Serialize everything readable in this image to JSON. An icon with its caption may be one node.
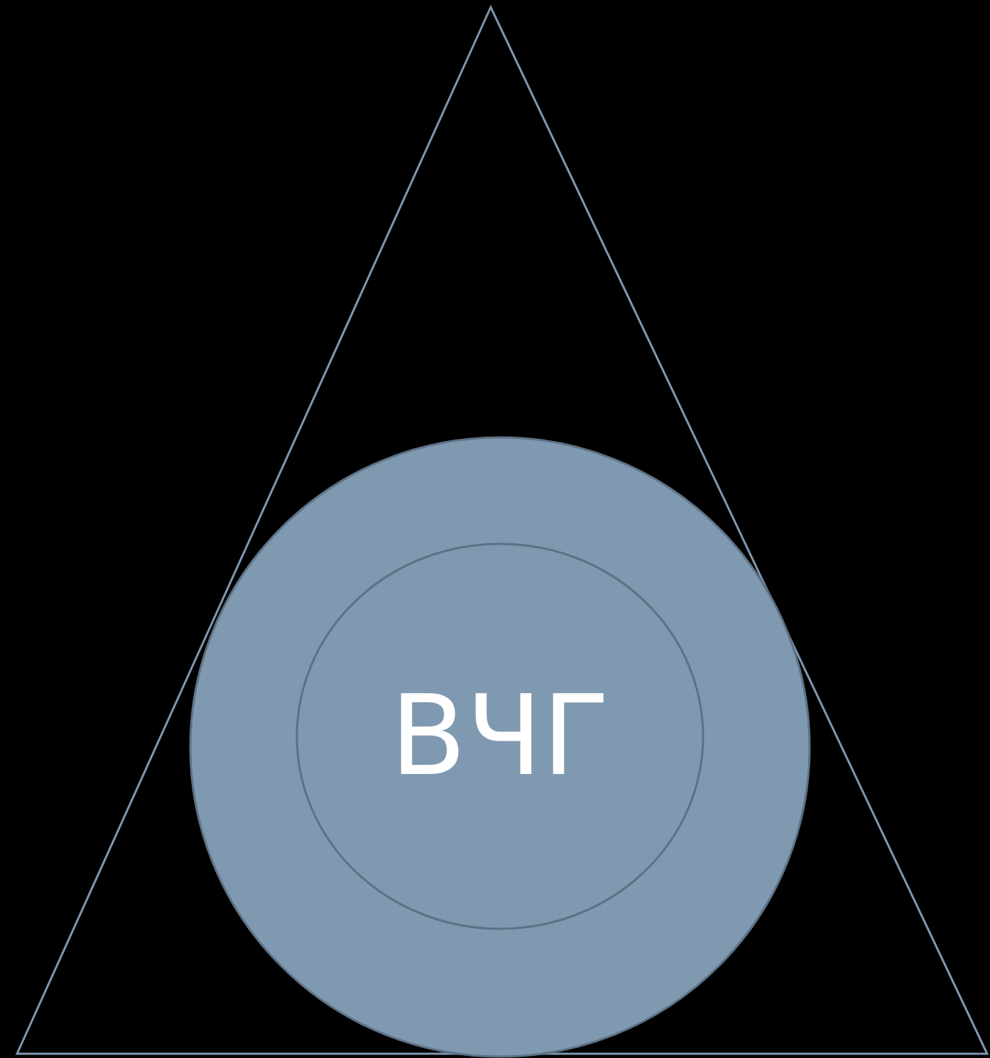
{
  "diagram": {
    "nodes": [
      {
        "text": [],
        "shape": "triangle"
      },
      {
        "text": [],
        "shape": "circle",
        "in": 0
      },
      {
        "text": [
          "ВЧГ"
        ],
        "in": 1
      }
    ]
  }
}
